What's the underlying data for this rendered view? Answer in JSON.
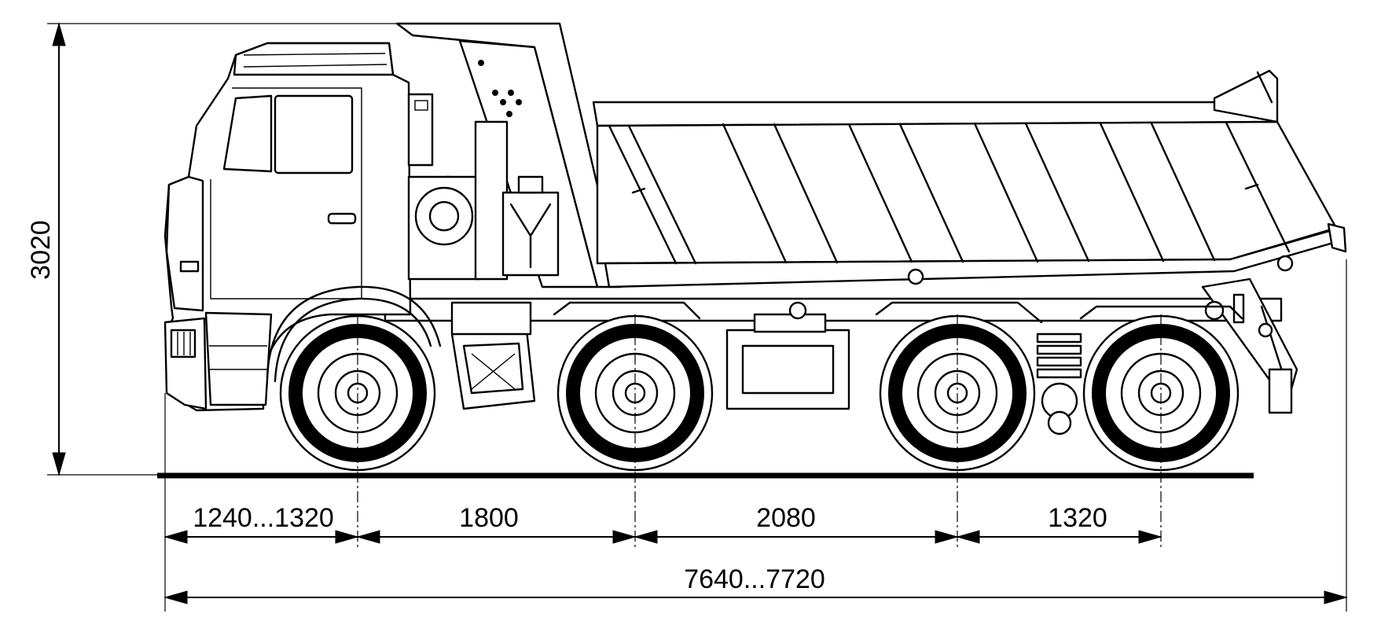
{
  "dimensions": {
    "height": "3020",
    "front_overhang": "1240...1320",
    "wheelbase_1": "1800",
    "wheelbase_2": "2080",
    "wheelbase_3": "1320",
    "overall_length": "7640...7720"
  },
  "colors": {
    "line": "#000000",
    "background": "#ffffff"
  }
}
